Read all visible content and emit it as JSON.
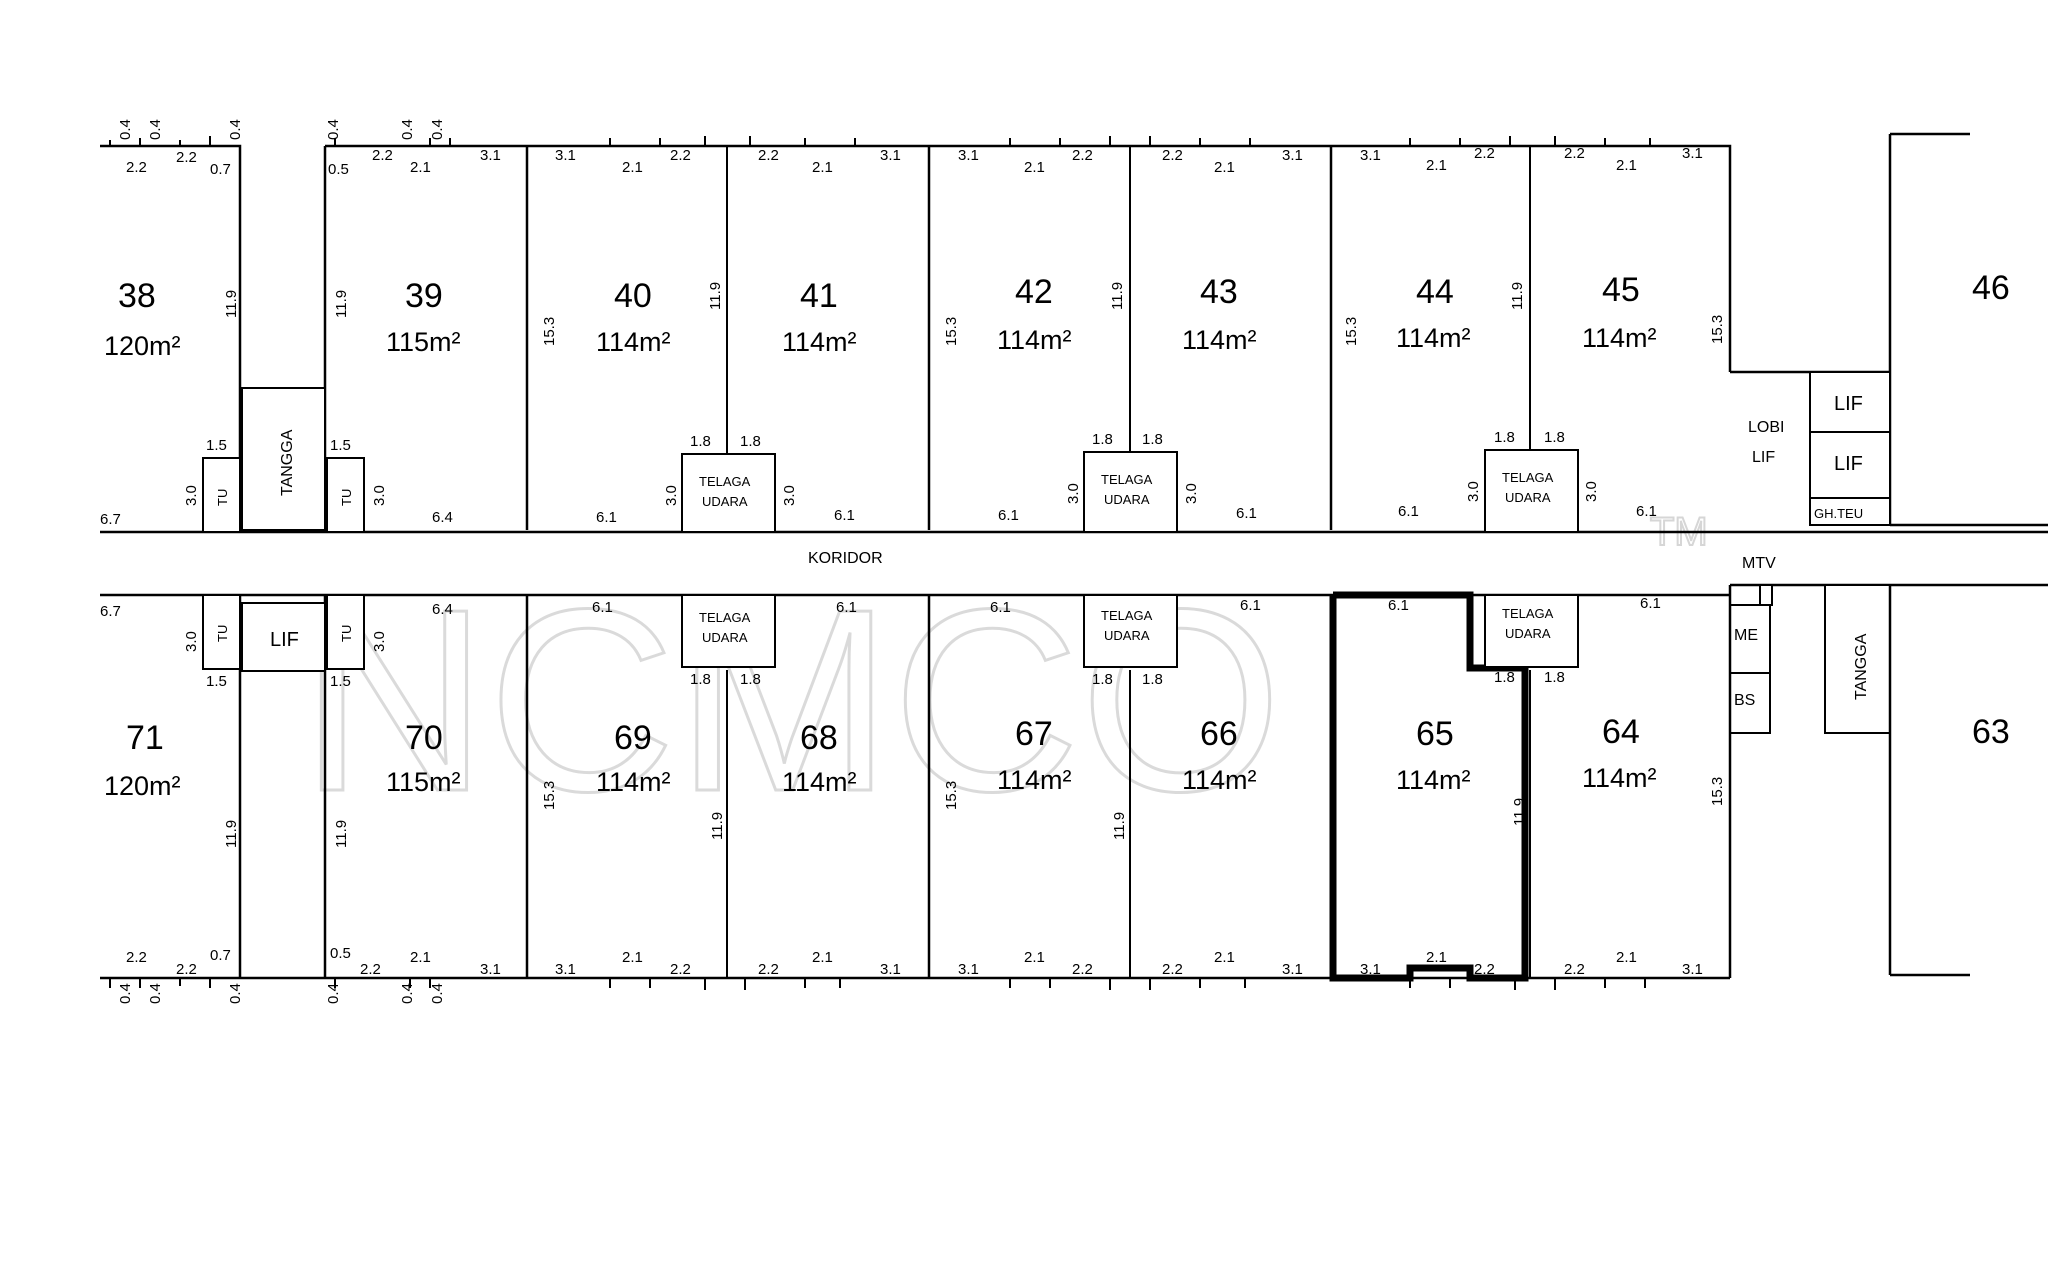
{
  "watermark": {
    "text": "NCMCO",
    "tm": "TM"
  },
  "corridor": {
    "label": "KORIDOR"
  },
  "units": [
    {
      "num": "38",
      "area": "120m²"
    },
    {
      "num": "39",
      "area": "115m²"
    },
    {
      "num": "40",
      "area": "114m²"
    },
    {
      "num": "41",
      "area": "114m²"
    },
    {
      "num": "42",
      "area": "114m²"
    },
    {
      "num": "43",
      "area": "114m²"
    },
    {
      "num": "44",
      "area": "114m²"
    },
    {
      "num": "45",
      "area": "114m²"
    },
    {
      "num": "46",
      "area": ""
    },
    {
      "num": "71",
      "area": "120m²"
    },
    {
      "num": "70",
      "area": "115m²"
    },
    {
      "num": "69",
      "area": "114m²"
    },
    {
      "num": "68",
      "area": "114m²"
    },
    {
      "num": "67",
      "area": "114m²"
    },
    {
      "num": "66",
      "area": "114m²"
    },
    {
      "num": "65",
      "area": "114m²"
    },
    {
      "num": "64",
      "area": "114m²"
    },
    {
      "num": "63",
      "area": ""
    }
  ],
  "labels": {
    "tangga": "TANGGA",
    "tu": "TU",
    "lf": "LIF",
    "telaga_1": "TELAGA",
    "telaga_2": "UDARA",
    "lobi_1": "LOBI",
    "lobi_2": "LIF",
    "ghteu": "GH.TEU",
    "mtv": "MTV",
    "me": "ME",
    "bs": "BS"
  },
  "dims": {
    "d04": "0.4",
    "d22": "2.2",
    "d21": "2.1",
    "d31": "3.1",
    "d05": "0.5",
    "d07": "0.7",
    "d119": "11.9",
    "d153": "15.3",
    "d15": "1.5",
    "d18": "1.8",
    "d30": "3.0",
    "d67": "6.7",
    "d64": "6.4",
    "d61": "6.1"
  }
}
